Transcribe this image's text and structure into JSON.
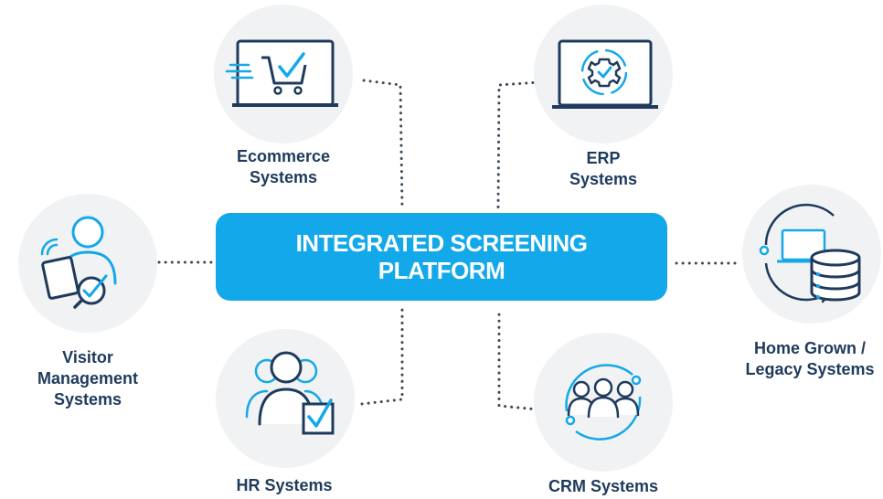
{
  "hub": {
    "line1": "INTEGRATED SCREENING",
    "line2": "PLATFORM"
  },
  "nodes": {
    "ecommerce": {
      "line1": "Ecommerce",
      "line2": "Systems"
    },
    "erp": {
      "line1": "ERP",
      "line2": "Systems"
    },
    "visitor": {
      "line1": "Visitor",
      "line2": "Management",
      "line3": "Systems"
    },
    "legacy": {
      "line1": "Home Grown /",
      "line2": "Legacy Systems"
    },
    "hr": {
      "line1": "HR Systems"
    },
    "crm": {
      "line1": "CRM Systems"
    }
  },
  "colors": {
    "hub_fill": "#13a8e9",
    "icon_navy": "#1e3a5c",
    "icon_blue": "#13a8e9",
    "circle_fill": "#f1f2f3",
    "connector": "#3d4a55"
  },
  "icons": [
    "cart-icon",
    "gear-sync-icon",
    "visitor-tablet-icon",
    "database-sync-icon",
    "hr-checkbox-icon",
    "crm-team-icon"
  ]
}
